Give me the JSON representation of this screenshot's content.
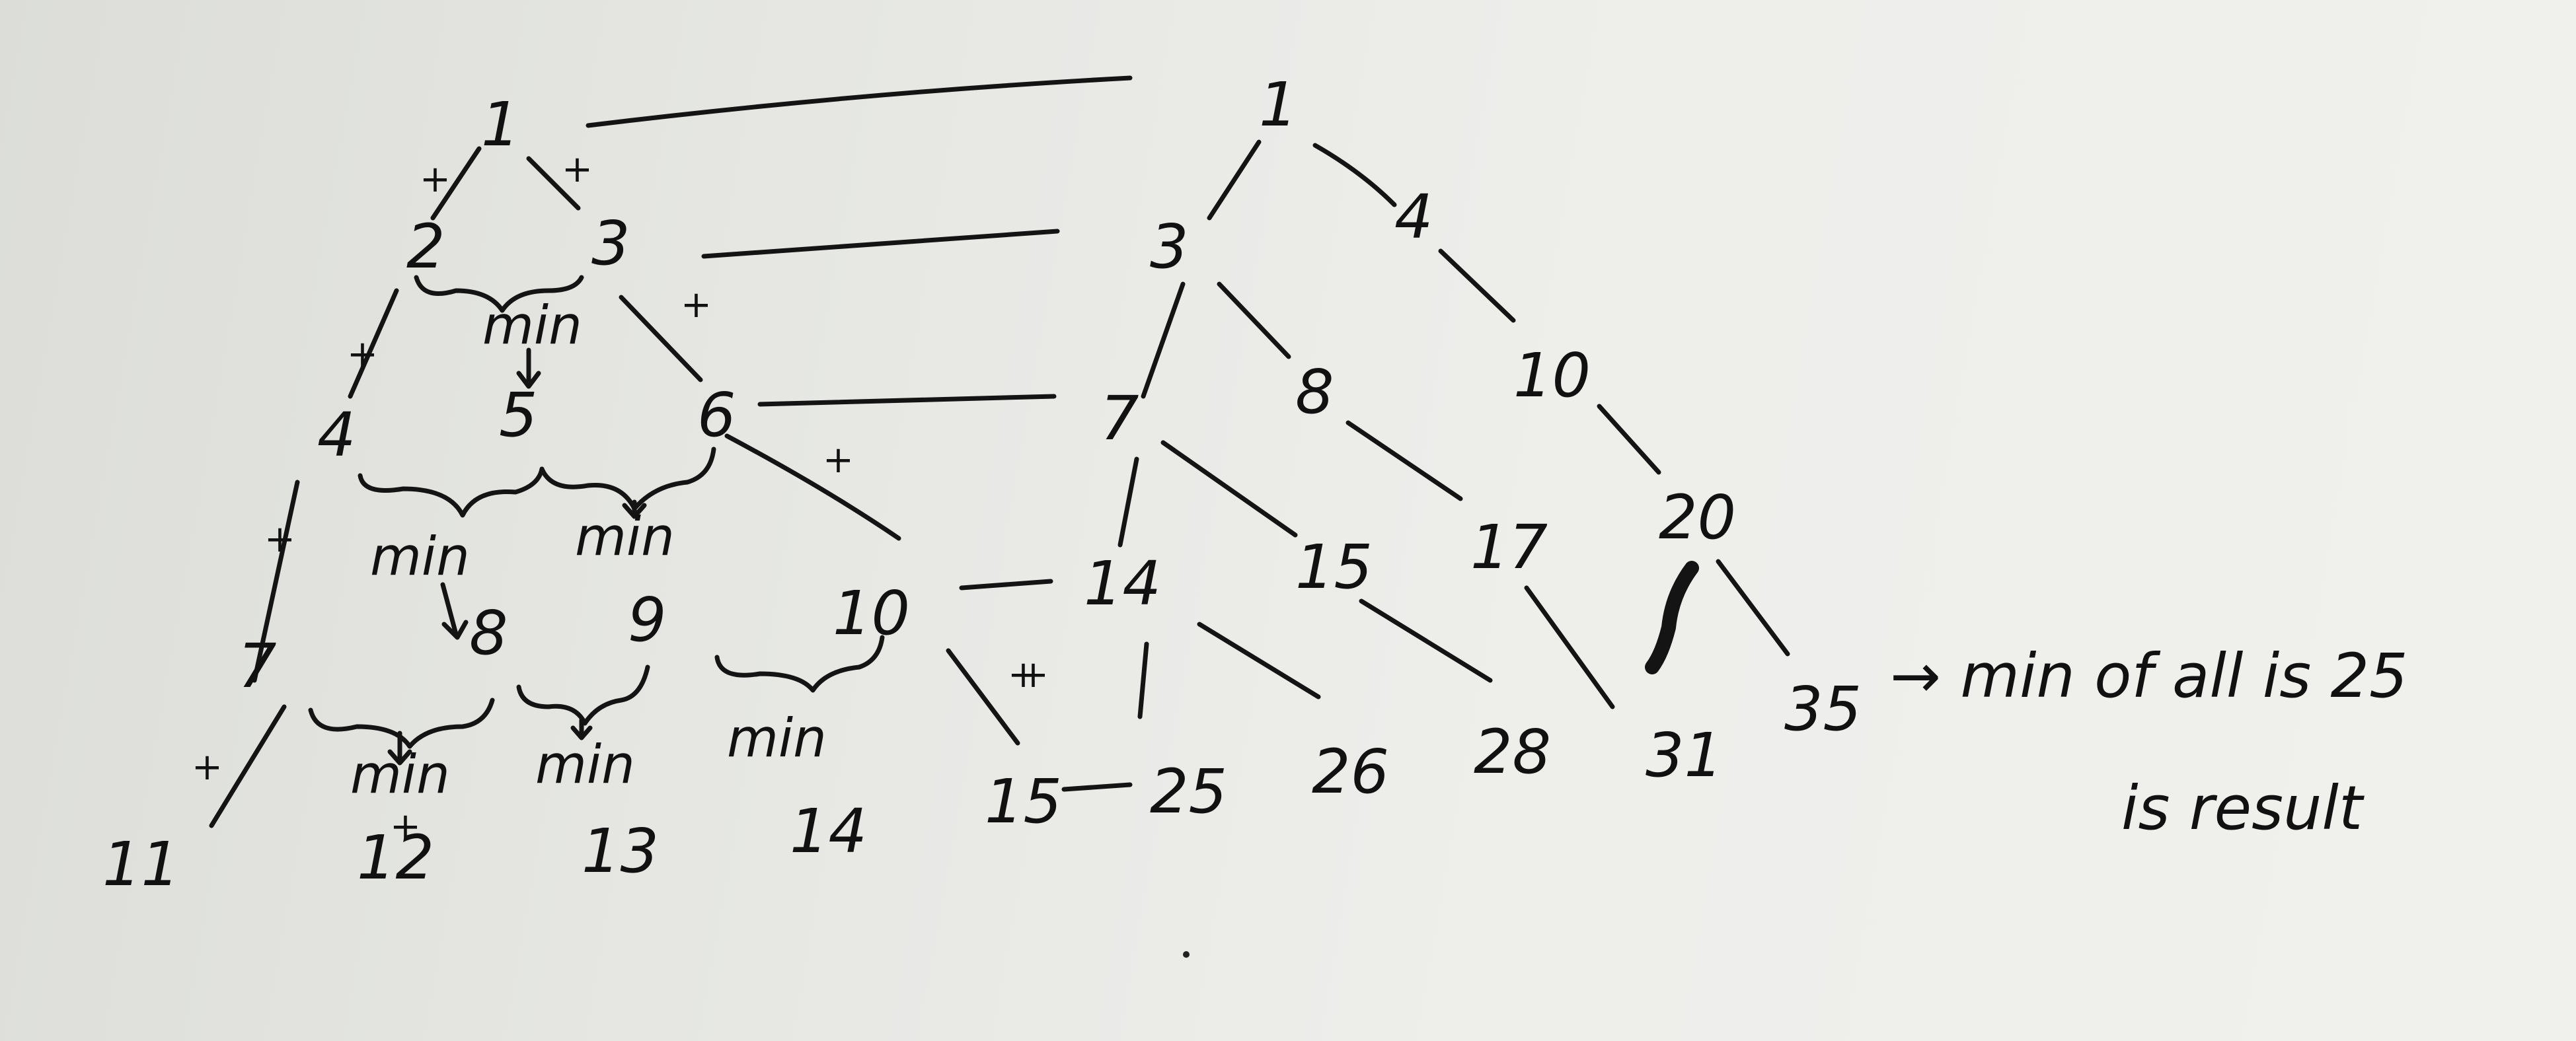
{
  "left_tree": {
    "nodes": [
      "1",
      "2",
      "3",
      "4",
      "5",
      "6",
      "7",
      "8",
      "9",
      "10",
      "11",
      "12",
      "13",
      "14"
    ],
    "edge_labels": [
      "+",
      "+",
      "+",
      "+",
      "+",
      "+",
      "+",
      "+",
      "+"
    ],
    "min_labels": [
      "min",
      "min",
      "min",
      "min",
      "min",
      "min"
    ]
  },
  "right_tree": {
    "nodes": [
      "1",
      "3",
      "4",
      "7",
      "8",
      "10",
      "14",
      "15",
      "17",
      "20",
      "25",
      "26",
      "28",
      "31",
      "35"
    ],
    "edge_labels": [
      "+"
    ]
  },
  "row_link_values": [
    "15"
  ],
  "note": {
    "line1": "→ min of all is 25",
    "line2": "is result"
  }
}
